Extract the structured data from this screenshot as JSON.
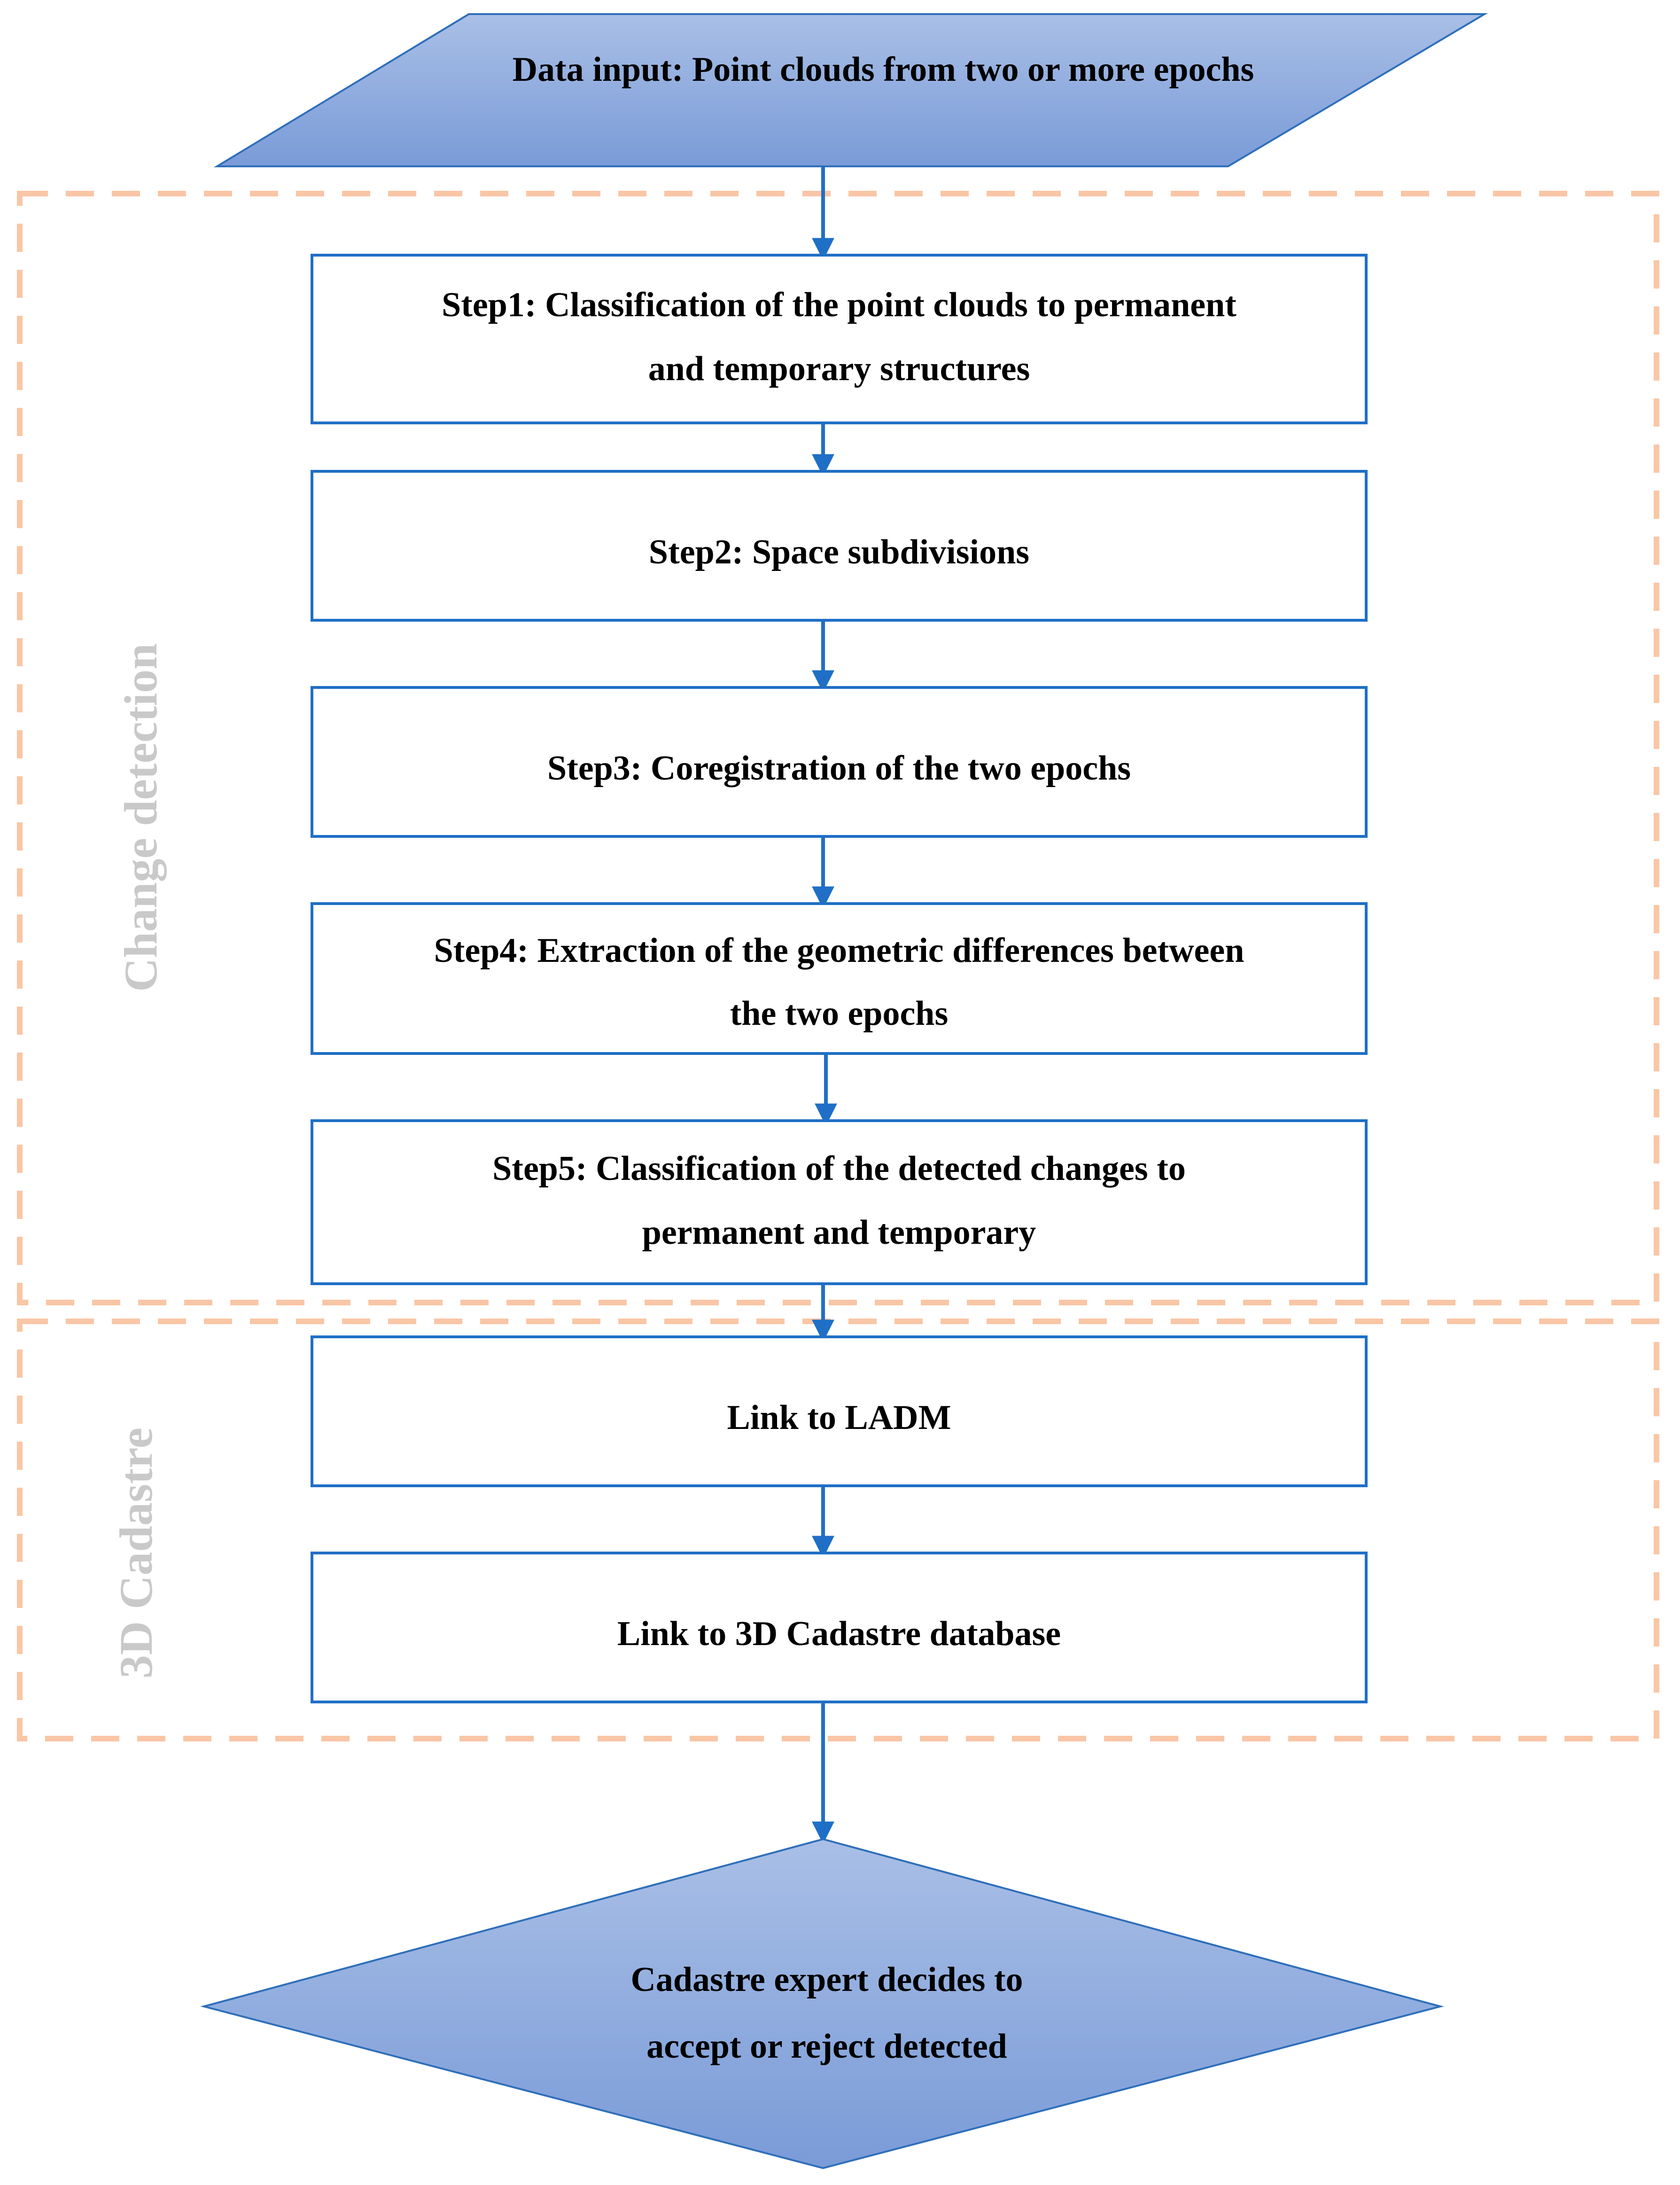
{
  "input": {
    "label": "Data input: Point clouds from two or more epochs"
  },
  "groups": {
    "change_detection": {
      "label": "Change detection"
    },
    "cadastre": {
      "label": "3D Cadastre"
    }
  },
  "steps": [
    {
      "line1": "Step1: Classification of the point clouds to permanent",
      "line2": "and temporary structures"
    },
    {
      "line1": "Step2: Space subdivisions",
      "line2": ""
    },
    {
      "line1": "Step3: Coregistration of the two epochs",
      "line2": ""
    },
    {
      "line1": "Step4: Extraction of the geometric differences between",
      "line2": "the two epochs"
    },
    {
      "line1": "Step5: Classification of the detected changes to",
      "line2": "permanent and temporary"
    },
    {
      "line1": "Link to LADM",
      "line2": ""
    },
    {
      "line1": "Link to 3D Cadastre database",
      "line2": ""
    }
  ],
  "decision": {
    "line1": "Cadastre expert decides to",
    "line2": "accept or reject detected"
  },
  "colors": {
    "box_border": "#1f6fc6",
    "arrow": "#1f6fc6",
    "group_border": "#f9c6a6",
    "group_label": "#c9c9c9",
    "shape_fill_top": "#a9bfe6",
    "shape_fill_bottom": "#7a9bd8",
    "shape_border": "#2f6fba"
  }
}
